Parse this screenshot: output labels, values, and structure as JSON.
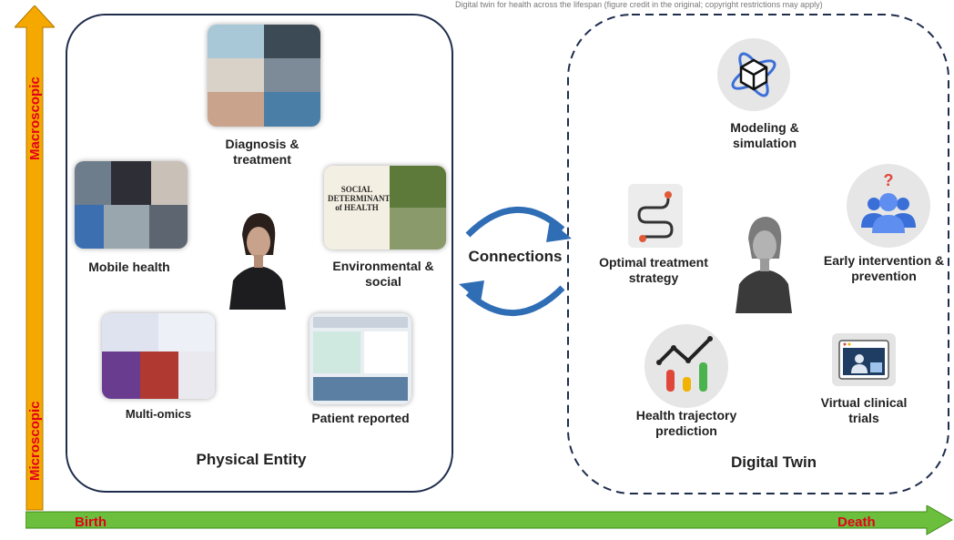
{
  "top_caption": "Digital twin for health across the lifespan (figure credit in the original; copyright restrictions may apply)",
  "axes": {
    "y_top": "Macroscopic",
    "y_bottom": "Microscopic",
    "x_left": "Birth",
    "x_right": "Death"
  },
  "physical": {
    "title": "Physical Entity",
    "items": {
      "diagnosis": "Diagnosis & treatment",
      "mobile": "Mobile health",
      "environmental": "Environmental & social",
      "omics": "Multi-omics",
      "patient": "Patient reported"
    },
    "poster_text": "SOCIAL DETERMINANTS of HEALTH"
  },
  "connections_label": "Connections",
  "twin": {
    "title": "Digital Twin",
    "items": {
      "modeling": "Modeling & simulation",
      "optimal": "Optimal treatment strategy",
      "early": "Early intervention & prevention",
      "health": "Health trajectory prediction",
      "virtual": "Virtual clinical trials"
    }
  },
  "colors": {
    "y_axis": "#f5a800",
    "x_axis": "#6cbf3c",
    "axis_text": "#e3001b",
    "box_border": "#1f2d4d",
    "connection_arrow": "#2f6db5"
  }
}
